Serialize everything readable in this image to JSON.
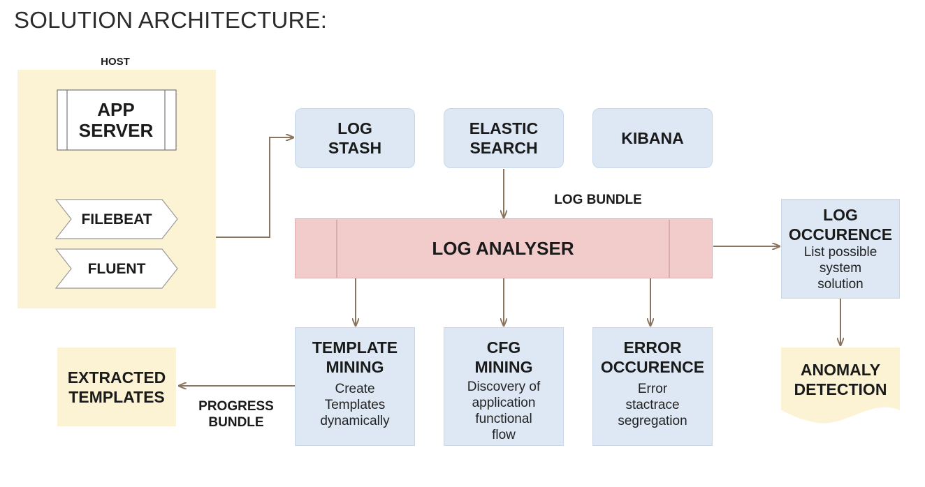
{
  "title": "SOLUTION ARCHITECTURE:",
  "host": {
    "label": "HOST",
    "app_server": [
      "APP",
      "SERVER"
    ],
    "filebeat": "FILEBEAT",
    "fluent": "FLUENT"
  },
  "top_boxes": {
    "logstash": [
      "LOG",
      "STASH"
    ],
    "elasticsearch": [
      "ELASTIC",
      "SEARCH"
    ],
    "kibana": "KIBANA"
  },
  "log_bundle_label": "LOG BUNDLE",
  "log_analyser": "LOG ANALYSER",
  "log_occurence": {
    "title": [
      "LOG",
      "OCCURENCE"
    ],
    "desc": [
      "List possible",
      "system",
      "solution"
    ]
  },
  "template_mining": {
    "title": [
      "TEMPLATE",
      "MINING"
    ],
    "desc": [
      "Create",
      "Templates",
      "dynamically"
    ]
  },
  "cfg_mining": {
    "title": [
      "CFG",
      "MINING"
    ],
    "desc": [
      "Discovery of",
      "application",
      "functional",
      "flow"
    ]
  },
  "error_occurence": {
    "title": [
      "ERROR",
      "OCCURENCE"
    ],
    "desc": [
      "Error",
      "stactrace",
      "segregation"
    ]
  },
  "extracted_templates": [
    "EXTRACTED",
    "TEMPLATES"
  ],
  "progress_bundle": [
    "PROGRESS",
    "BUNDLE"
  ],
  "anomaly_detection": [
    "ANOMALY",
    "DETECTION"
  ],
  "colors": {
    "blue_box": "#dde8f4",
    "cream_box": "#fcf2d4",
    "analyser_box": "#f2cccb",
    "arrow": "#8a7560"
  }
}
